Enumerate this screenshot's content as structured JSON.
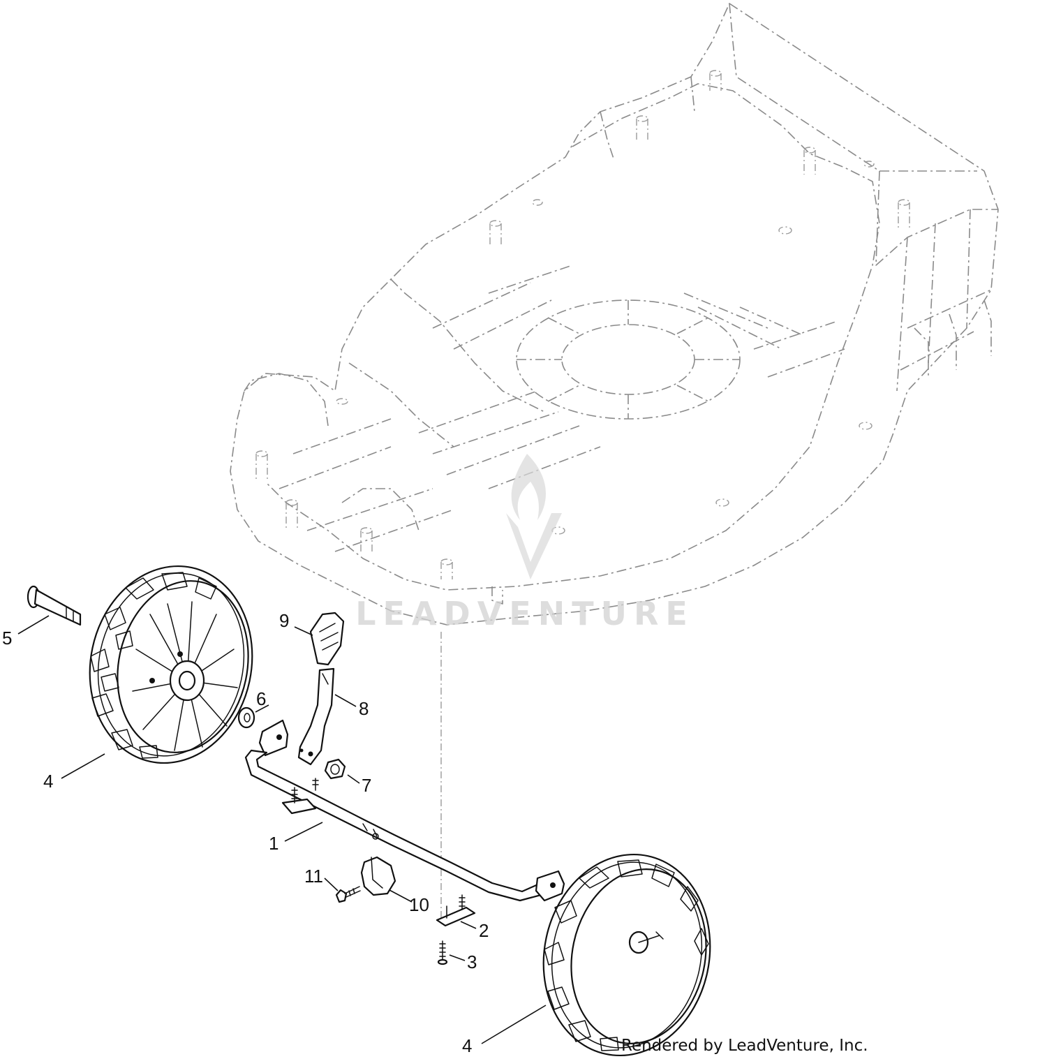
{
  "callouts": [
    {
      "id": "c5",
      "label": "5"
    },
    {
      "id": "c9",
      "label": "9"
    },
    {
      "id": "c6",
      "label": "6"
    },
    {
      "id": "c8",
      "label": "8"
    },
    {
      "id": "c4a",
      "label": "4"
    },
    {
      "id": "c7",
      "label": "7"
    },
    {
      "id": "c1",
      "label": "1"
    },
    {
      "id": "c11",
      "label": "11"
    },
    {
      "id": "c10",
      "label": "10"
    },
    {
      "id": "c2",
      "label": "2"
    },
    {
      "id": "c3",
      "label": "3"
    },
    {
      "id": "c4b",
      "label": "4"
    }
  ],
  "watermark": {
    "text": "LEADVENTURE"
  },
  "credit": {
    "text": "Rendered by LeadVenture, Inc."
  },
  "colors": {
    "line": "#111111",
    "ghost_line": "#8a8a8a",
    "watermark": "#d2d2d2",
    "background": "#ffffff"
  }
}
